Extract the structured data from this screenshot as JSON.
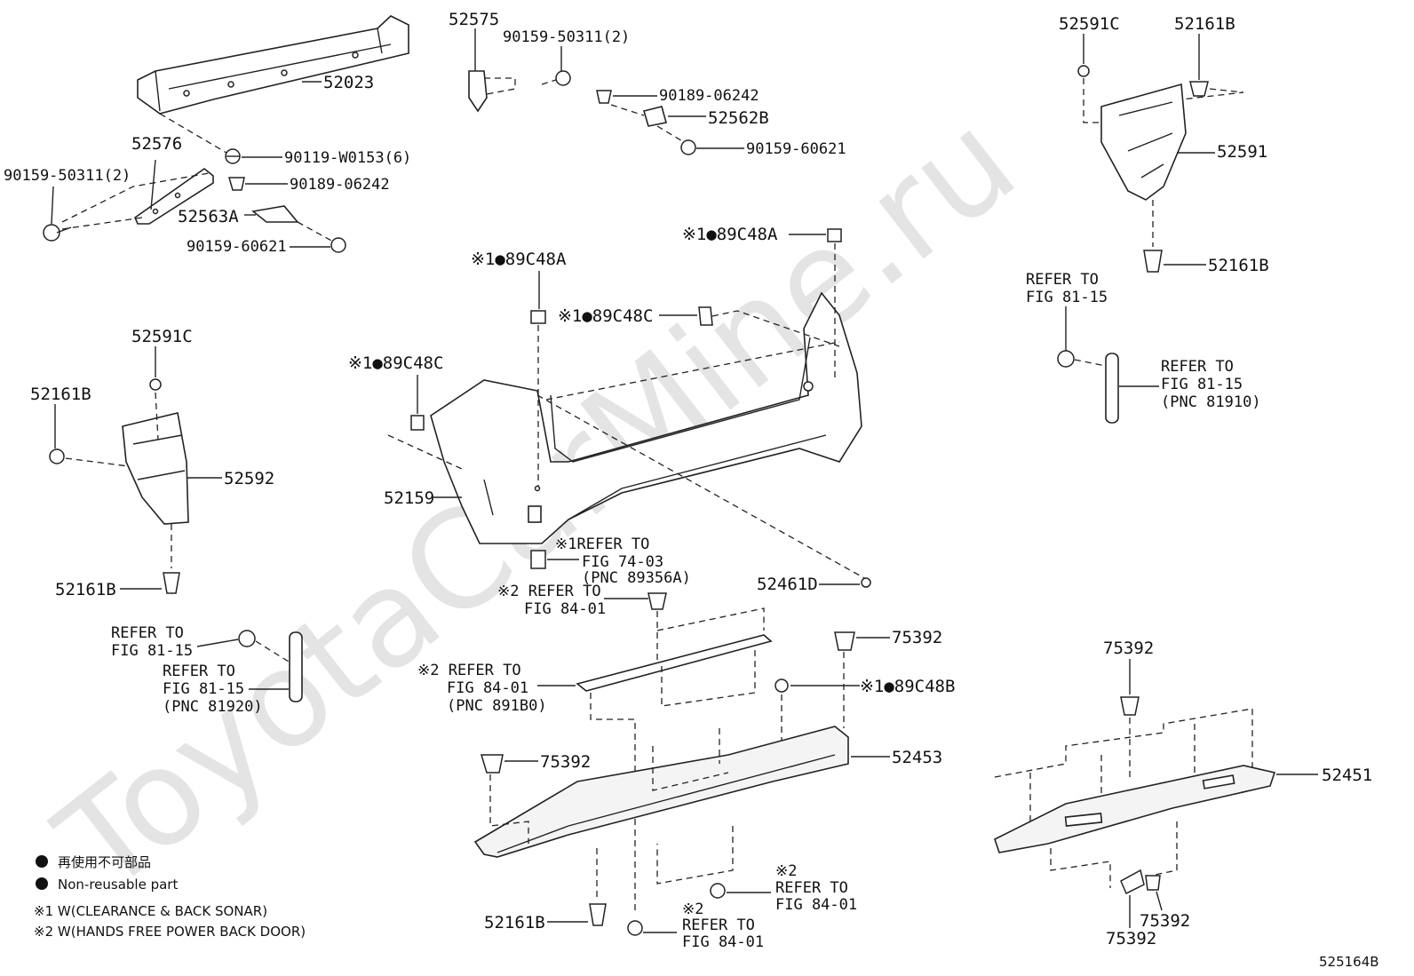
{
  "watermark": "ToyotaCarMine.ru",
  "diagram_id": "525164B",
  "parts": {
    "reinforcement": "52023",
    "bolt_6": "90119-W0153(6)",
    "clip_a": "90189-06242",
    "clip_b": "90189-06242",
    "bracket_left": "52576",
    "bracket_right": "52575",
    "screw_left": "90159-50311(2)",
    "screw_right": "90159-50311(2)",
    "retainer_a": "52563A",
    "retainer_b": "52562B",
    "screw_60621_a": "90159-60621",
    "screw_60621_b": "90159-60621",
    "nut_top_right": "52591C",
    "clip_top_right": "52161B",
    "liner_right": "52591",
    "clip_right_bottom": "52161B",
    "nut_left": "52591C",
    "clip_left_top": "52161B",
    "liner_left": "52592",
    "clip_left_bottom": "52161B",
    "bumper_cover": "52159",
    "s1_89c48a_top": "※1●89C48A",
    "s1_89c48a_mid": "※1●89C48A",
    "s1_89c48c_mid": "※1●89C48C",
    "s1_89c48c_left": "※1●89C48C",
    "s1_89c48b": "※1●89C48B",
    "pad_52461d": "52461D",
    "clip_75392_a": "75392",
    "clip_75392_b": "75392",
    "clip_75392_c": "75392",
    "clip_75392_d": "75392",
    "clip_75392_e": "75392",
    "lower_cover": "52453",
    "step_pad": "52451",
    "clip_52161b_low": "52161B"
  },
  "refer": {
    "fig_81_15_right_1": "REFER TO",
    "fig_81_15_right_2": "FIG 81-15",
    "fig_81_15_right_pnc_1": "REFER TO",
    "fig_81_15_right_pnc_2": "FIG 81-15",
    "fig_81_15_right_pnc_3": "(PNC 81910)",
    "fig_81_15_left_1": "REFER TO",
    "fig_81_15_left_2": "FIG 81-15",
    "fig_81_15_left_pnc_1": "REFER TO",
    "fig_81_15_left_pnc_2": "FIG 81-15",
    "fig_81_15_left_pnc_3": "(PNC 81920)",
    "fig_74_03_1": "※1REFER TO",
    "fig_74_03_2": "FIG 74-03",
    "fig_74_03_3": "(PNC 89356A)",
    "fig_84_01_a1": "※2 REFER TO",
    "fig_84_01_a2": "FIG 84-01",
    "fig_84_01_b1": "※2 REFER TO",
    "fig_84_01_b2": "FIG 84-01",
    "fig_84_01_b3": "(PNC 891B0)",
    "fig_84_01_c0": "※2",
    "fig_84_01_c1": "REFER TO",
    "fig_84_01_c2": "FIG 84-01",
    "fig_84_01_d0": "※2",
    "fig_84_01_d1": "REFER TO",
    "fig_84_01_d2": "FIG 84-01"
  },
  "legend": {
    "jp": "再使用不可部品",
    "en": "Non-reusable part",
    "note1": "※1 W(CLEARANCE & BACK SONAR)",
    "note2": "※2 W(HANDS FREE POWER BACK DOOR)"
  }
}
